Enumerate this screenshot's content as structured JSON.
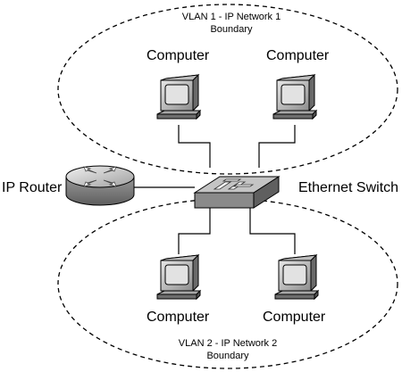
{
  "diagram": {
    "vlan1": {
      "line1": "VLAN 1 - IP Network 1",
      "line2": "Boundary"
    },
    "vlan2": {
      "line1": "VLAN 2 - IP Network 2",
      "line2": "Boundary"
    },
    "computer_label": "Computer",
    "router_label": "IP Router",
    "switch_label": "Ethernet Switch"
  },
  "colors": {
    "line": "#000000",
    "device_light": "#c8c8c8",
    "device_mid": "#9a9a9a",
    "device_dark": "#6e6e6e",
    "screen": "#d9d9d9"
  },
  "icons": [
    "computer-icon",
    "router-icon",
    "switch-icon"
  ]
}
